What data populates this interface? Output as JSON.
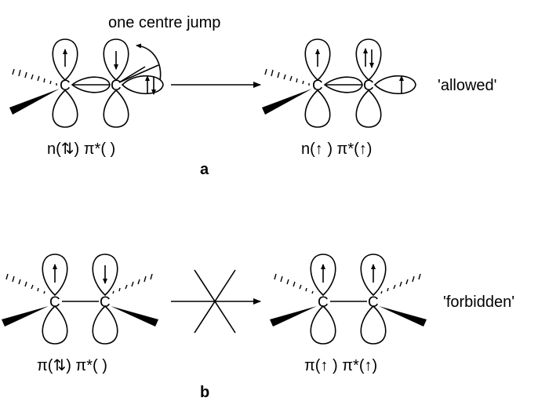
{
  "panel_a": {
    "annotation": "one centre jump",
    "left_atom_1": "C",
    "left_atom_2": "C",
    "left_config": "n(⇅) π*( )",
    "right_atom_1": "C",
    "right_atom_2": "C",
    "right_config": "n(↑ ) π*(↑)",
    "outcome": "'allowed'",
    "panel_label": "a"
  },
  "panel_b": {
    "left_atom_1": "C",
    "left_atom_2": "C",
    "left_config": "π(⇅) π*( )",
    "right_atom_1": "C",
    "right_atom_2": "C",
    "right_config": "π(↑ ) π*(↑)",
    "outcome": "'forbidden'",
    "panel_label": "b"
  }
}
